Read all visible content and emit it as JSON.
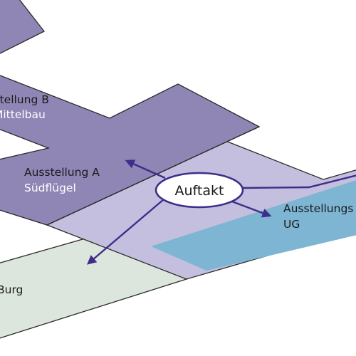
{
  "colors": {
    "dark_purple": "#8f86b6",
    "light_purple": "#c4bfde",
    "light_green": "#dde6dc",
    "blue": "#7db5d3",
    "arrow": "#3f2d8a",
    "outline": "#2b2b2b",
    "text_dark": "#1a1a1a",
    "text_light": "#ffffff"
  },
  "hub": {
    "label": "Auftakt"
  },
  "areas": {
    "ausstellung_b": {
      "line1": "Ausstellung B",
      "line2": "Mittelbau"
    },
    "ausstellung_a": {
      "line1": "Ausstellung A",
      "line2": "Südflügel"
    },
    "ausstellung_ug": {
      "line1": "Ausstellungs",
      "line2": "UG"
    },
    "burg": {
      "line1": "Burg"
    }
  }
}
